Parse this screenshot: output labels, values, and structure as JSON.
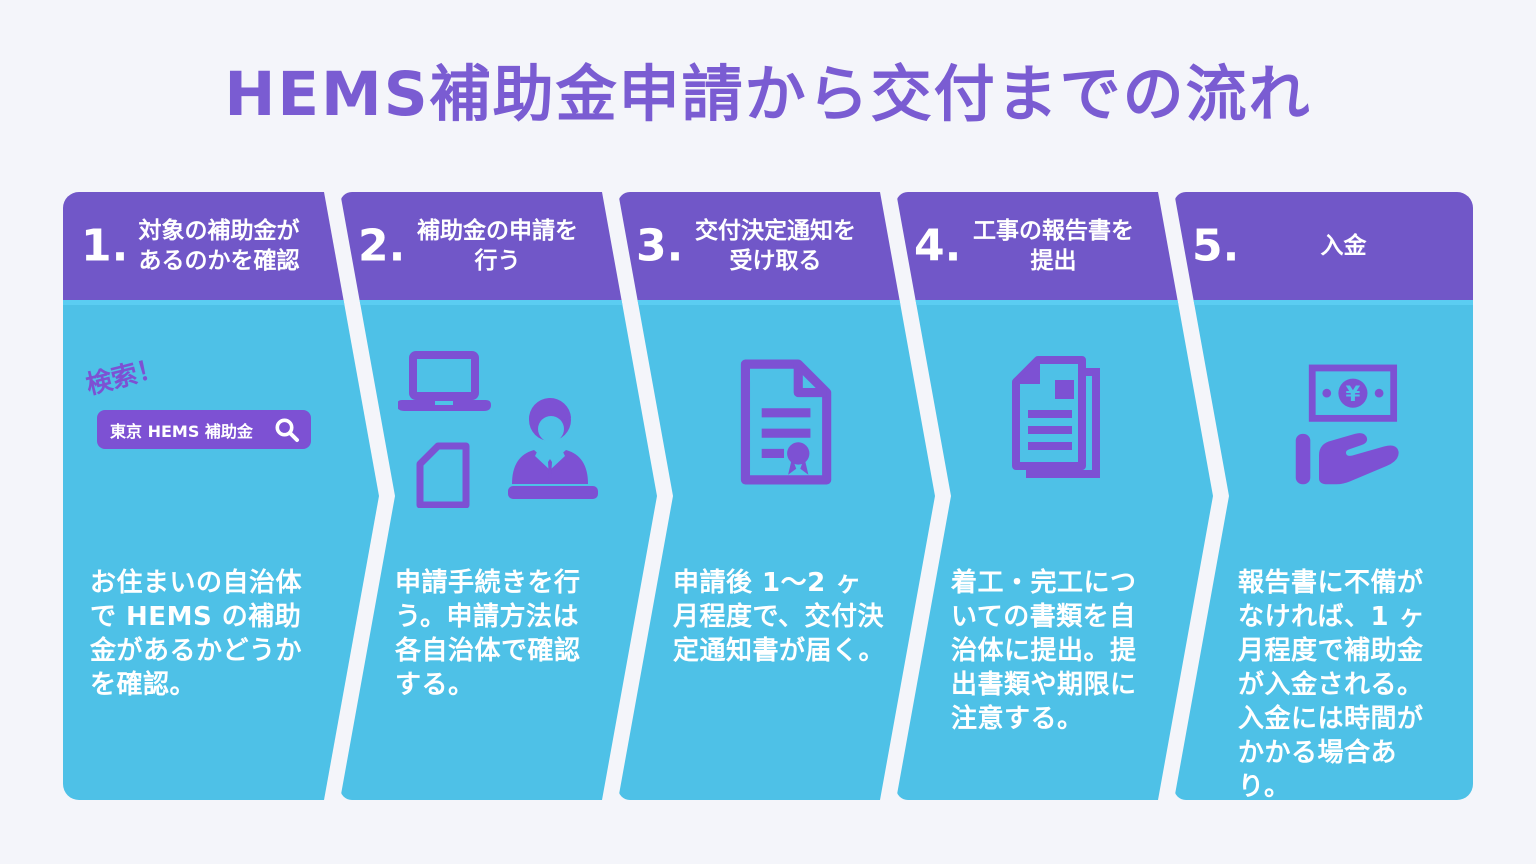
{
  "main_title": "HEMS補助金申請から交付までの流れ",
  "colors": {
    "background": "#f4f5fa",
    "title_purple": "#7a5cd2",
    "header_purple": "#7157c8",
    "panel_blue": "#4ec1e7",
    "icon_purple": "#7d51d3",
    "text_white": "#ffffff"
  },
  "steps": [
    {
      "number": "1.",
      "title_lines": [
        "対象の補助金が",
        "あるのかを確認"
      ],
      "body": "お住まいの自治体で HEMS の補助金があるかどうかを確認。",
      "icon": "search-box-illustration",
      "search": {
        "label": "検索！",
        "query": "東京  HEMS  補助金",
        "icon": "magnifier-icon"
      }
    },
    {
      "number": "2.",
      "title_lines": [
        "補助金の申請を",
        "行う"
      ],
      "body": "申請手続きを行う。申請方法は各自治体で確認する。",
      "icon": "laptop-document-person"
    },
    {
      "number": "3.",
      "title_lines": [
        "交付決定通知を",
        "受け取る"
      ],
      "body": "申請後 1〜2 ヶ月程度で、交付決定通知書が届く。",
      "icon": "certificate"
    },
    {
      "number": "4.",
      "title_lines": [
        "工事の報告書を",
        "提出"
      ],
      "body": "着工・完工についての書類を自治体に提出。提出書類や期限に注意する。",
      "icon": "report-documents"
    },
    {
      "number": "5.",
      "title_lines": [
        "入金",
        ""
      ],
      "body": "報告書に不備がなければ、1 ヶ月程度で補助金が入金される。入金には時間がかかる場合あり。",
      "icon": "money-in-hand"
    }
  ]
}
